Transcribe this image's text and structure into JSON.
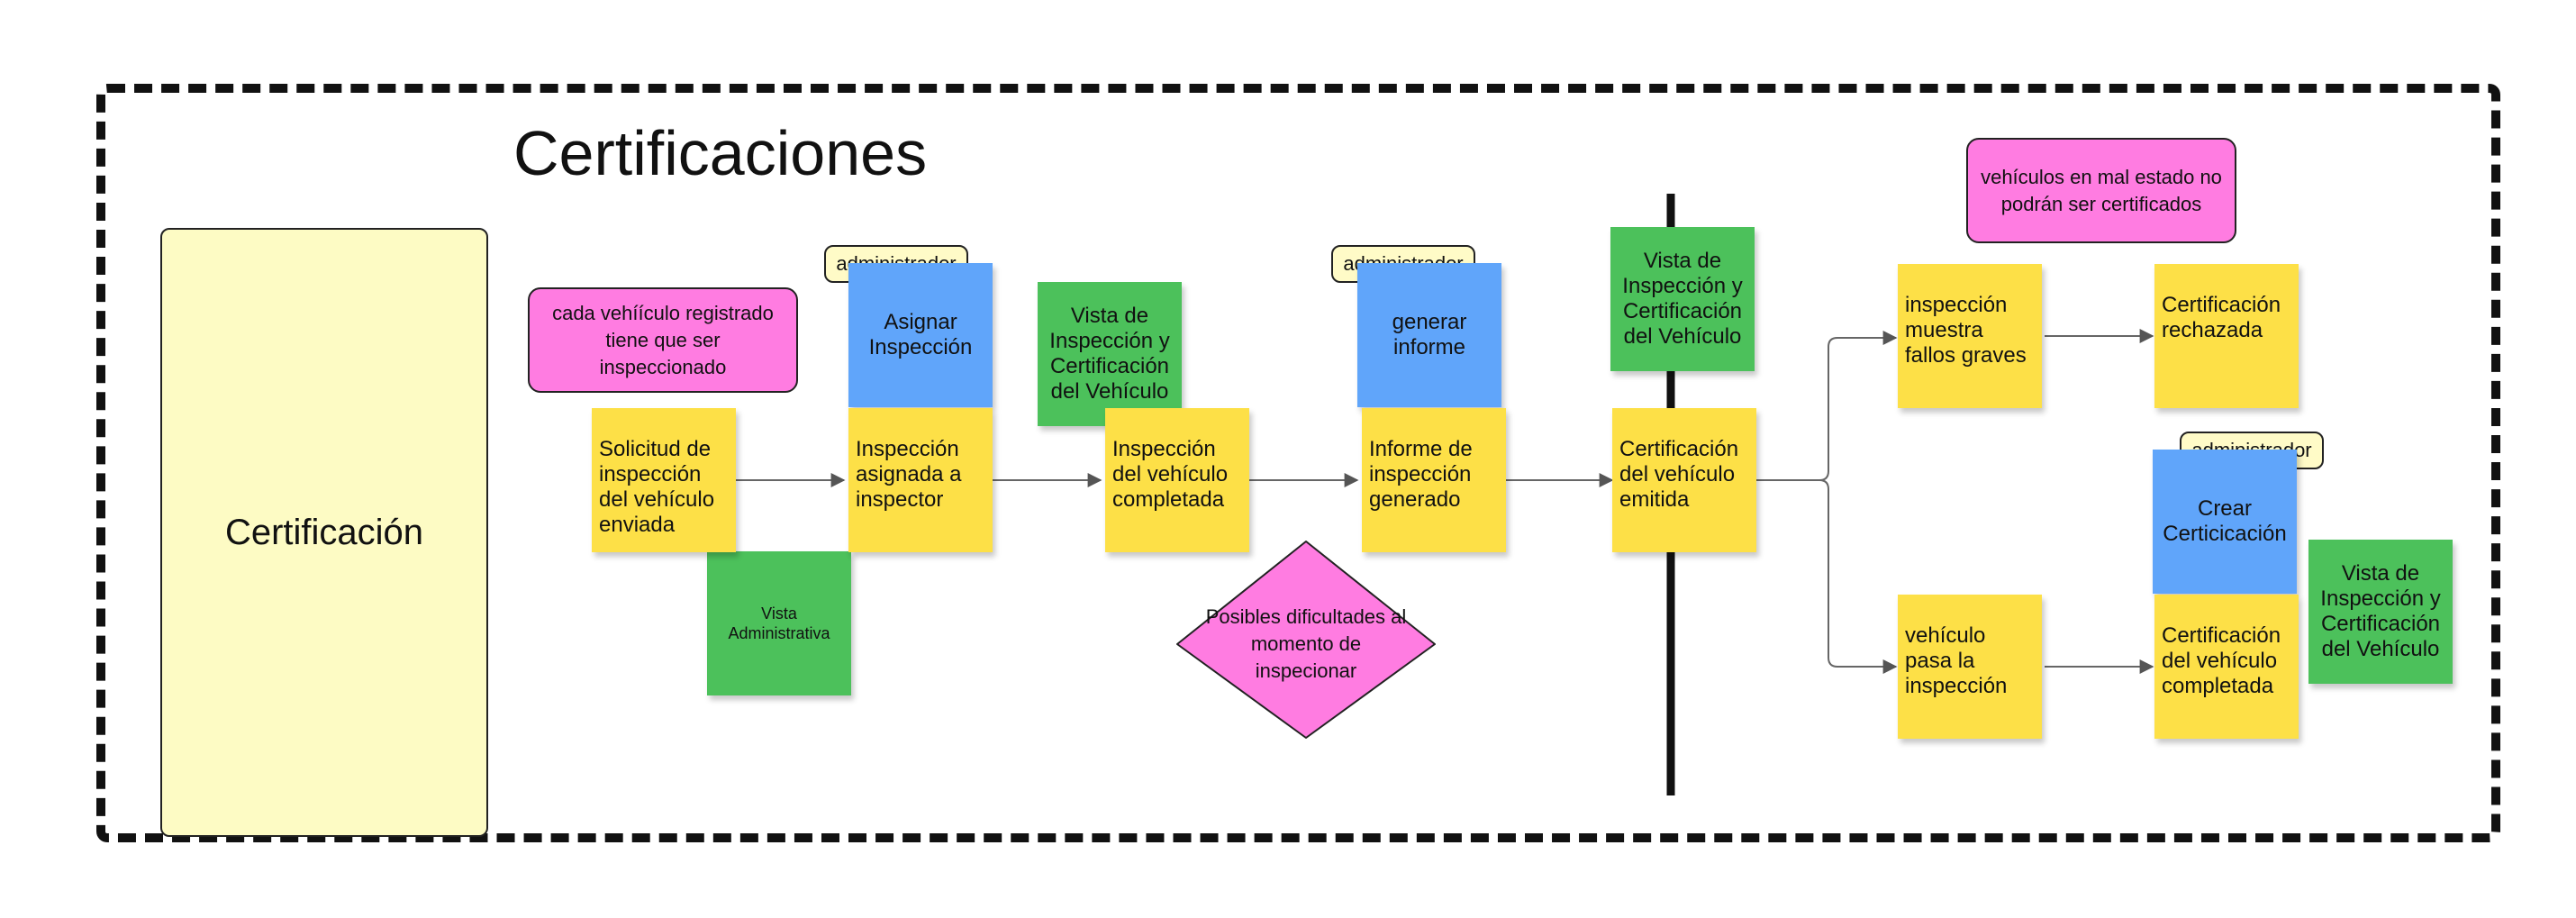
{
  "title": "Certificaciones",
  "section": "Certificación",
  "notes": {
    "registered": "cada vehíículo registrado tiene que ser inspeccionado",
    "bad_state": "vehículos en mal estado no podrán ser certificados",
    "difficulties": "Posibles dificultades al momento de inspecionar"
  },
  "tags": {
    "admin_1": "administrador",
    "admin_2": "administrador",
    "admin_3": "administrador"
  },
  "stickies": {
    "solicitud": "Solicitud de inspección del vehículo enviada",
    "asignada": "Inspección asignada a inspector",
    "completada": "Inspección del vehículo completada",
    "informe": "Informe de inspección generado",
    "emitida": "Certificación del vehículo emitida",
    "fallos": "inspección muestra fallos graves",
    "rechazada": "Certificación rechazada",
    "pasa": "vehículo pasa la inspección",
    "cert_completada": "Certificación del vehículo completada"
  },
  "actions": {
    "asignar": "Asignar Inspección",
    "generar": "generar informe",
    "crear": "Crear Certicicación"
  },
  "views": {
    "vista_admin": "Vista Administrativa",
    "vista_cert_1": "Vista de Inspección y Certificación del Vehículo",
    "vista_cert_2": "Vista de Inspección y Certificación del Vehículo",
    "vista_cert_3": "Vista de Inspección y Certificación del Vehículo"
  },
  "colors": {
    "yellow_sticky": "#fde047",
    "blue_sticky": "#60a5fa",
    "green_sticky": "#4cc15b",
    "pink_note": "#ff7ce1",
    "cream_card": "#fdfbc4",
    "connector": "#666666"
  }
}
